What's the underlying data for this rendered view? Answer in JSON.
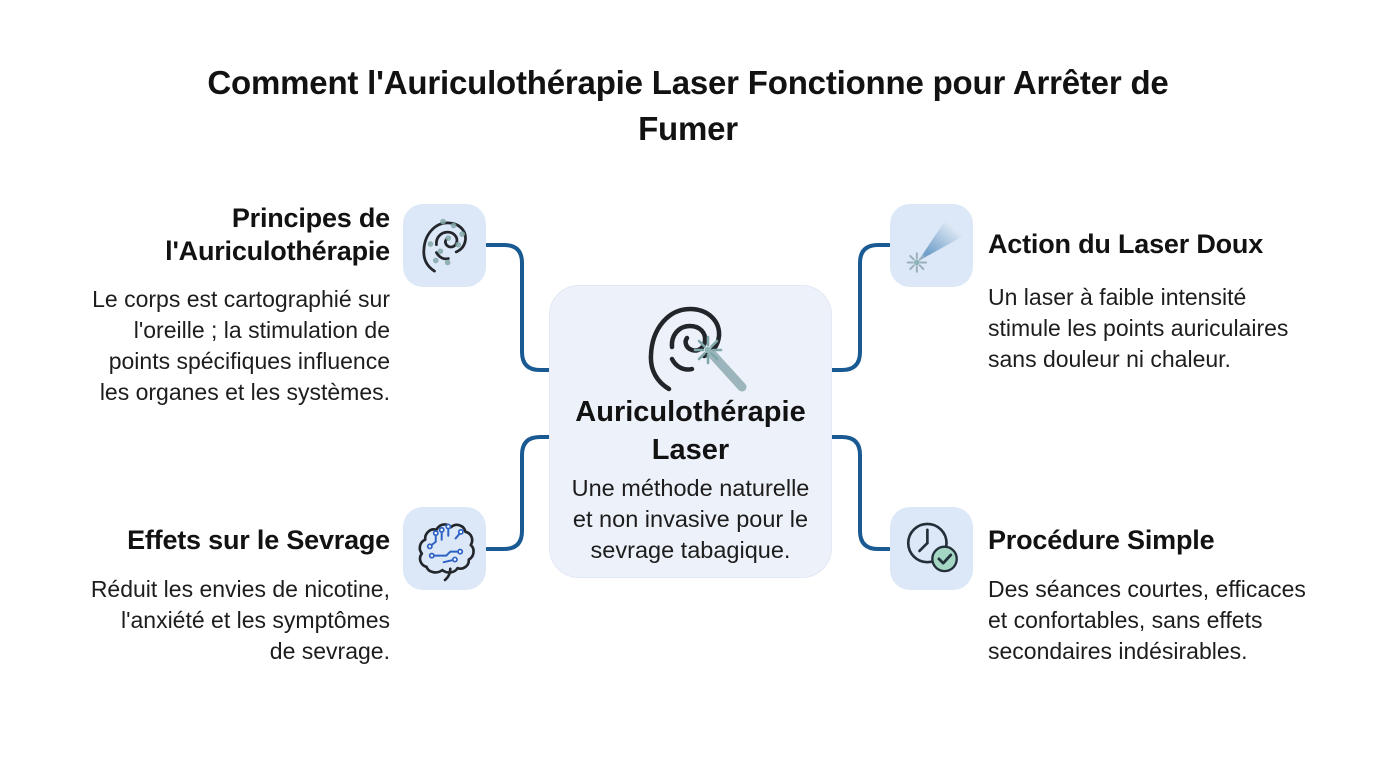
{
  "title": {
    "lines": [
      "Comment l'Auriculothérapie Laser Fonctionne pour Arrêter de",
      "Fumer"
    ]
  },
  "center": {
    "icon": "ear-laser-icon",
    "title": "Auriculothérapie Laser",
    "title_lines": [
      "Auriculothérapie",
      "Laser"
    ],
    "body": "Une méthode naturelle et non invasive pour le sevrage tabagique.",
    "body_lines": [
      "Une méthode naturelle",
      "et non invasive pour le",
      "sevrage tabagique."
    ]
  },
  "nodes": {
    "top_left": {
      "icon": "ear-points-icon",
      "heading": "Principes de l'Auriculothérapie",
      "heading_lines": [
        "Principes de",
        "l'Auriculothérapie"
      ],
      "body": "Le corps est cartographié sur l'oreille ; la stimulation de points spécifiques influence les organes et les systèmes.",
      "body_lines": [
        "Le corps est cartographié sur",
        "l'oreille ; la stimulation de",
        "points spécifiques influence",
        "les organes et les systèmes."
      ]
    },
    "top_right": {
      "icon": "laser-beam-icon",
      "heading": "Action du Laser Doux",
      "heading_lines": [
        "Action du Laser Doux"
      ],
      "body": "Un laser à faible intensité stimule les points auriculaires sans douleur ni chaleur.",
      "body_lines": [
        "Un laser à faible intensité",
        "stimule les points auriculaires",
        "sans douleur ni chaleur."
      ]
    },
    "bottom_left": {
      "icon": "brain-circuit-icon",
      "heading": "Effets sur le Sevrage",
      "heading_lines": [
        "Effets sur le Sevrage"
      ],
      "body": "Réduit les envies de nicotine, l'anxiété et les symptômes de sevrage.",
      "body_lines": [
        "Réduit les envies de nicotine,",
        "l'anxiété et les symptômes",
        "de sevrage."
      ]
    },
    "bottom_right": {
      "icon": "clock-check-icon",
      "heading": "Procédure Simple",
      "heading_lines": [
        "Procédure Simple"
      ],
      "body": "Des séances courtes, efficaces et confortables, sans effets secondaires indésirables.",
      "body_lines": [
        "Des séances courtes, efficaces",
        "et confortables, sans effets",
        "secondaires indésirables."
      ]
    }
  },
  "colors": {
    "background": "#ffffff",
    "connector_blue": "#1a5a92",
    "center_card_bg": "#edf1f9",
    "icon_chip_bg": "#dce8f8",
    "heading_text": "#121212",
    "body_text": "#1d1d1d",
    "check_green": "#a3d6c3",
    "circuit_blue": "#2d62c4",
    "ear_point_teal": "#84a9aa",
    "laser_beam_blue": "#6d9cc8",
    "laser_wand_gray": "#9cb5bc"
  }
}
